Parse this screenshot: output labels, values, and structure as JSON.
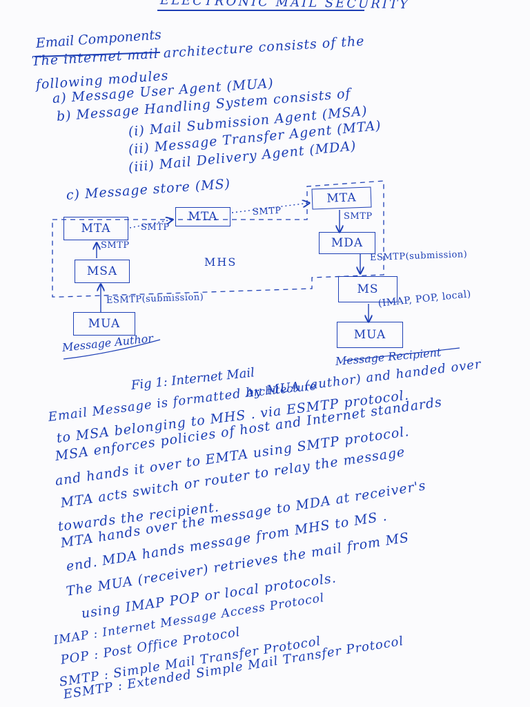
{
  "header_title": "ELECTRONIC MAIL SECURITY",
  "section_heading": "Email Components",
  "intro": [
    "The internet mail architecture consists of the",
    "following modules",
    "a) Message User Agent (MUA)",
    "b) Message Handling System consists of",
    "(i) Mail Submission Agent (MSA)",
    "(ii) Message Transfer Agent (MTA)",
    "(iii) Mail Delivery Agent (MDA)",
    "c) Message store (MS)"
  ],
  "diagram": {
    "boxes": {
      "mta_left": "MTA",
      "mta_mid": "MTA",
      "mta_right": "MTA",
      "msa": "MSA",
      "mda": "MDA",
      "ms": "MS",
      "mua_author": "MUA",
      "mua_recipient": "MUA"
    },
    "labels": {
      "smtp_msa_mta": "SMTP",
      "smtp_mta_mta": "SMTP",
      "smtp_mta_mta2": "SMTP",
      "smtp_mta_mda": "SMTP",
      "esmtp_author": "ESMTP(submission)",
      "esmtp_recipient": "ESMTP(submission)",
      "access_protocols": "(IMAP, POP, local)",
      "mhs": "MHS",
      "author": "Message Author",
      "recipient": "Message Recipient"
    },
    "caption_line1": "Fig 1: Internet Mail",
    "caption_line2": "Architecture"
  },
  "explanation": [
    "Email Message is formatted by MUA (author) and handed over",
    "to MSA belonging to MHS . via ESMTP protocol.",
    "MSA enforces policies of host and Internet standards",
    "and hands it over to EMTA using SMTP protocol.",
    "MTA acts switch or router to relay the message",
    "towards the recipient.",
    "MTA hands over the message to MDA at receiver's",
    "end. MDA hands message from MHS to MS .",
    "The MUA (receiver) retrieves the mail from MS",
    "using IMAP POP or local protocols."
  ],
  "glossary": [
    "IMAP : Internet Message Access Protocol",
    "POP : Post Office Protocol",
    "SMTP : Simple Mail Transfer Protocol",
    "ESMTP : Extended Simple Mail Transfer Protocol"
  ]
}
